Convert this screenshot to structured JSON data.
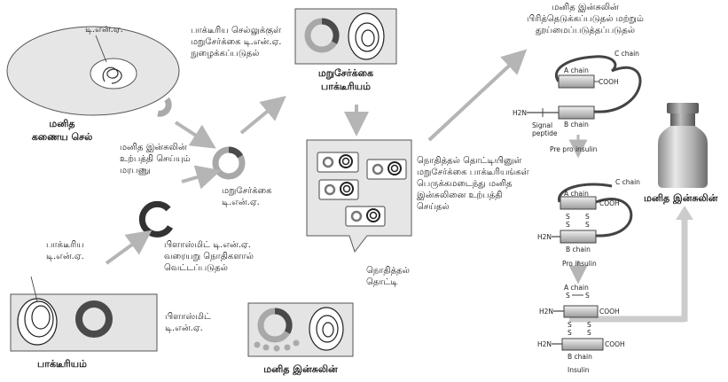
{
  "labels": {
    "human_cell_dna": "டி.என்.ஏ.",
    "human_pancreas_cell": [
      "மனித",
      "கணைய செல்"
    ],
    "insulin_gene": [
      "மனித இன்சுலின்",
      "உற்பத்தி செய்யும்",
      "மரபணு"
    ],
    "bacterial_dna": [
      "பாக்டீரிய",
      "டி.என்.ஏ."
    ],
    "bacterium": "பாக்டீரியம்",
    "plasmid_dna": [
      "பிளாஸ்மிட்",
      "டி.என்.ஏ."
    ],
    "restriction_cut": [
      "பிளாஸ்மிட் டி.என்.ஏ.",
      "வரையறு நொதிகளால்",
      "வெட்டப்படுதல்"
    ],
    "recombinant_dna": [
      "மறுசேர்க்கை",
      "டி.என்.ஏ."
    ],
    "insertion": [
      "பாக்டீரிய செல்லுக்குள்",
      "மறுசேர்க்கை டி.என்.ஏ.",
      "நுழைக்கப்படுதல்"
    ],
    "recombinant_bacterium": [
      "மறுசேர்க்கை",
      "பாக்டீரியம்"
    ],
    "fermentation": [
      "நொதித்தல் தொட்டியினுள்",
      "மறுசேர்க்கை பாக்டீரியங்கள்",
      "பெருக்கமடைந்து மனித",
      "இன்சுலினை உற்பத்தி",
      "செய்தல்"
    ],
    "fermenter": [
      "நொதித்தல்",
      "தொட்டி"
    ],
    "human_insulin_bottom": "மனித இன்சுலின்",
    "extraction": [
      "மனித இன்சுலின்",
      "பிரித்தெடுக்கப்படுதல் மற்றும்",
      "தூய்மைப்படுத்தப்படுதல்"
    ],
    "human_insulin_vial": "மனித இன்சுலின்"
  },
  "insulin_panel": {
    "a_chain": "A chain",
    "b_chain": "B chain",
    "c_chain": "C chain",
    "cooh": "COOH",
    "h2n": "H2N",
    "signal_peptide": [
      "Signal",
      "peptide"
    ],
    "pre_pro_insulin": "Pre pro insulin",
    "pro_insulin": "Pro insulin",
    "insulin": "Insulin",
    "s": "S"
  },
  "colors": {
    "arrow": "#b5b5b5",
    "panel_fill": "#e4e4e4",
    "panel_stroke": "#555555",
    "plasmid_dark": "#4a4a4a",
    "plasmid_light": "#a8a8a8"
  }
}
